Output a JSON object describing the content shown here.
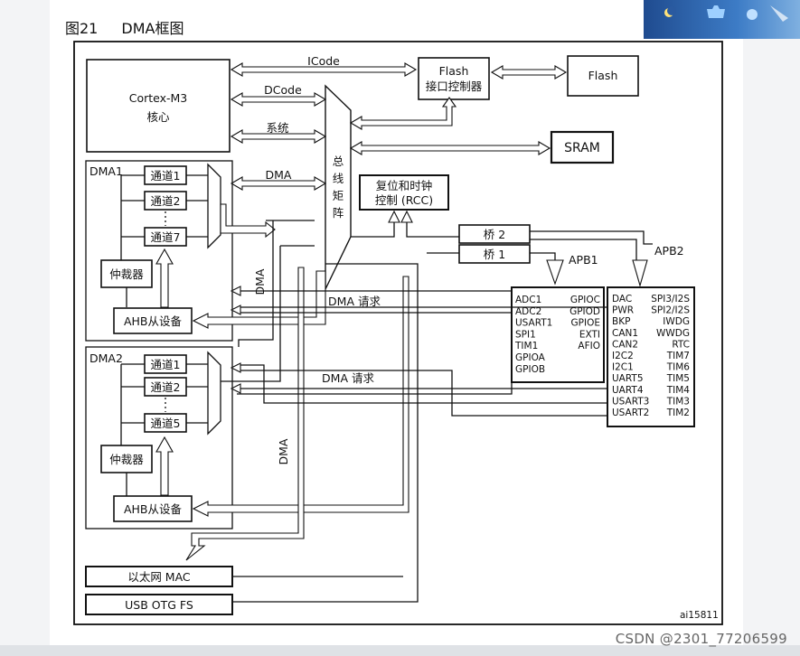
{
  "header": {
    "figure_number": "图21",
    "figure_title": "DMA框图"
  },
  "diagram": {
    "cpu": {
      "name": "Cortex-M3",
      "sub": "核心"
    },
    "flash_ctrl": {
      "line1": "Flash",
      "line2": "接口控制器"
    },
    "flash": "Flash",
    "sram": "SRAM",
    "rcc": {
      "line1": "复位和时钟",
      "line2": "控制 (RCC)"
    },
    "bus_matrix": [
      "总",
      "线",
      "矩",
      "阵"
    ],
    "buses": {
      "icode": "ICode",
      "dcode": "DCode",
      "system": "系统",
      "dma_bus": "DMA"
    },
    "dma1": {
      "title": "DMA1",
      "channels": [
        "通道1",
        "通道2",
        "通道7"
      ],
      "arbiter": "仲裁器",
      "ahb_slave": "AHB从设备"
    },
    "dma2": {
      "title": "DMA2",
      "channels": [
        "通道1",
        "通道2",
        "通道5"
      ],
      "arbiter": "仲裁器",
      "ahb_slave": "AHB从设备"
    },
    "bridges": {
      "bridge2": "桥 2",
      "bridge1": "桥 1"
    },
    "apb_labels": {
      "apb1": "APB1",
      "apb2": "APB2"
    },
    "apb2_devices": {
      "left": [
        "ADC1",
        "ADC2",
        "USART1",
        "SPI1",
        "TIM1",
        "GPIOA",
        "GPIOB"
      ],
      "right": [
        "GPIOC",
        "GPIOD",
        "GPIOE",
        "EXTI",
        "AFIO"
      ]
    },
    "apb1_devices": {
      "left": [
        "DAC",
        "PWR",
        "BKP",
        "CAN1",
        "CAN2",
        "I2C2",
        "I2C1",
        "UART5",
        "UART4",
        "USART3",
        "USART2"
      ],
      "right": [
        "SPI3/I2S",
        "SPI2/I2S",
        "IWDG",
        "WWDG",
        "RTC",
        "TIM7",
        "TIM6",
        "TIM5",
        "TIM4",
        "TIM3",
        "TIM2"
      ]
    },
    "dma_request_1": "DMA  请求",
    "dma_request_2": "DMA  请求",
    "dma_vertical_1": "DMA",
    "dma_vertical_2": "DMA",
    "ethernet": "以太网 MAC",
    "usb": "USB OTG FS",
    "ref": "ai15811"
  },
  "watermark": "CSDN @2301_77206599"
}
